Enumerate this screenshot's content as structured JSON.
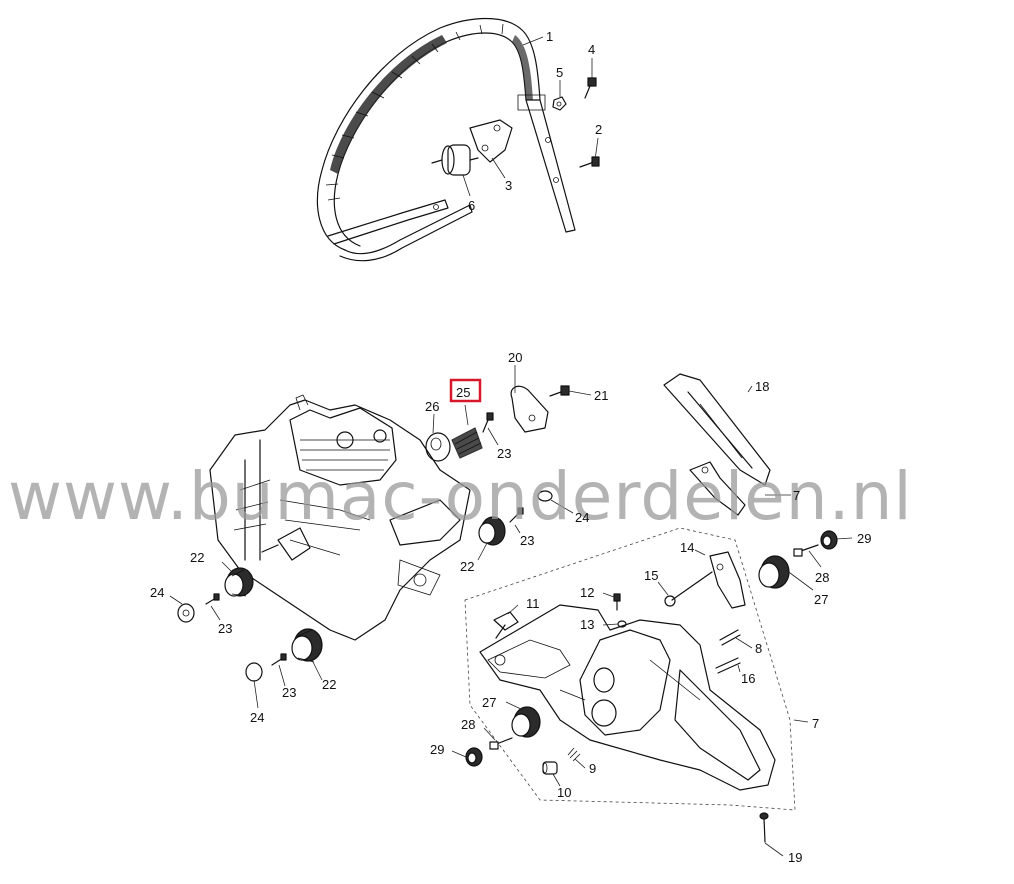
{
  "watermark": "www.bumac-onderdelen.nl",
  "highlight_color": "#d7182a",
  "highlighted_part": "25",
  "callouts": {
    "p1": "1",
    "p2": "2",
    "p3": "3",
    "p4": "4",
    "p5": "5",
    "p6": "6",
    "p7a": "7",
    "p7b": "7",
    "p8": "8",
    "p9": "9",
    "p10": "10",
    "p11": "11",
    "p12": "12",
    "p13": "13",
    "p14": "14",
    "p15": "15",
    "p16": "16",
    "p18": "18",
    "p19": "19",
    "p20": "20",
    "p21": "21",
    "p22a": "22",
    "p22b": "22",
    "p22c": "22",
    "p23a": "23",
    "p23b": "23",
    "p23c": "23",
    "p23d": "23",
    "p24a": "24",
    "p24b": "24",
    "p24c": "24",
    "p25": "25",
    "p26": "26",
    "p27a": "27",
    "p27b": "27",
    "p28a": "28",
    "p28b": "28",
    "p29a": "29",
    "p29b": "29"
  }
}
